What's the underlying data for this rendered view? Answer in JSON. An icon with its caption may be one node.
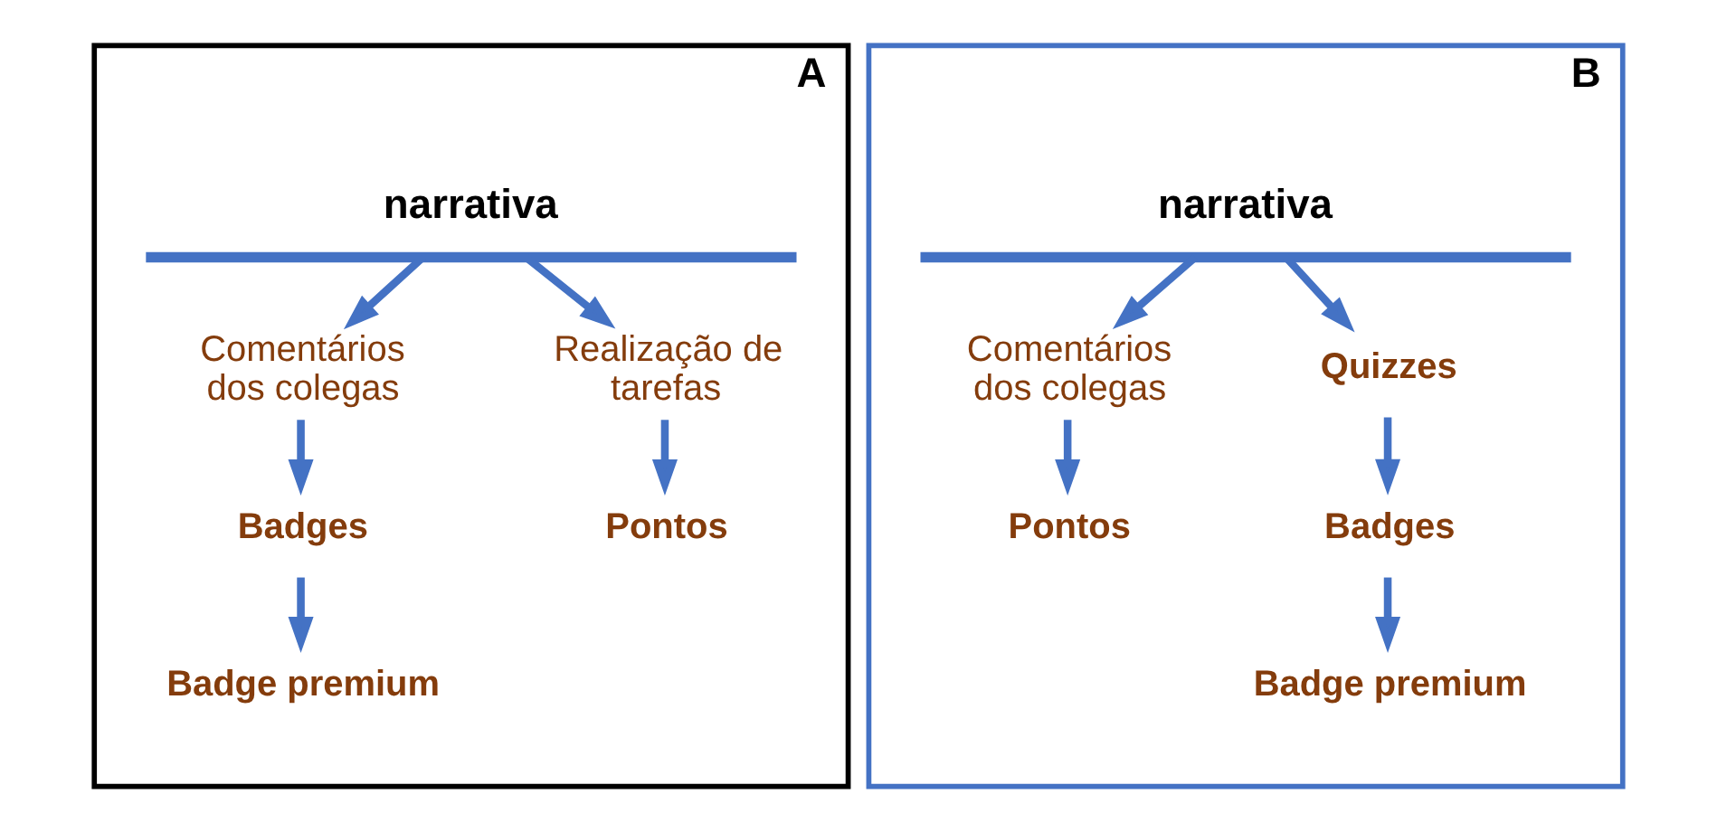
{
  "diagram": {
    "nodes": [
      {
        "text": [
          "A"
        ]
      },
      {
        "text": [
          "narrativa"
        ],
        "in": 0
      },
      {
        "text": [
          "Comentários dos colegas"
        ],
        "in": 0
      },
      {
        "text": [
          "Badges"
        ],
        "in": 0
      },
      {
        "text": [
          "Badge premium"
        ],
        "in": 0
      },
      {
        "text": [
          "Realização de tarefas"
        ],
        "in": 0
      },
      {
        "text": [
          "Pontos"
        ],
        "in": 0
      },
      {
        "text": [
          "B"
        ]
      },
      {
        "text": [
          "narrativa"
        ],
        "in": 7
      },
      {
        "text": [
          "Comentários dos colegas"
        ],
        "in": 7
      },
      {
        "text": [
          "Pontos"
        ],
        "in": 7
      },
      {
        "text": [
          "Quizzes"
        ],
        "in": 7
      },
      {
        "text": [
          "Badges"
        ],
        "in": 7
      },
      {
        "text": [
          "Badge premium"
        ],
        "in": 7
      }
    ],
    "edges": [
      {
        "from": 1,
        "to": 2,
        "arrow": "to"
      },
      {
        "from": 2,
        "to": 3,
        "arrow": "to"
      },
      {
        "from": 3,
        "to": 4,
        "arrow": "to"
      },
      {
        "from": 1,
        "to": 5,
        "arrow": "to"
      },
      {
        "from": 5,
        "to": 6,
        "arrow": "to"
      },
      {
        "from": 8,
        "to": 9,
        "arrow": "to"
      },
      {
        "from": 9,
        "to": 10,
        "arrow": "to"
      },
      {
        "from": 8,
        "to": 11,
        "arrow": "to"
      },
      {
        "from": 11,
        "to": 12,
        "arrow": "to"
      },
      {
        "from": 12,
        "to": 13,
        "arrow": "to"
      }
    ]
  }
}
